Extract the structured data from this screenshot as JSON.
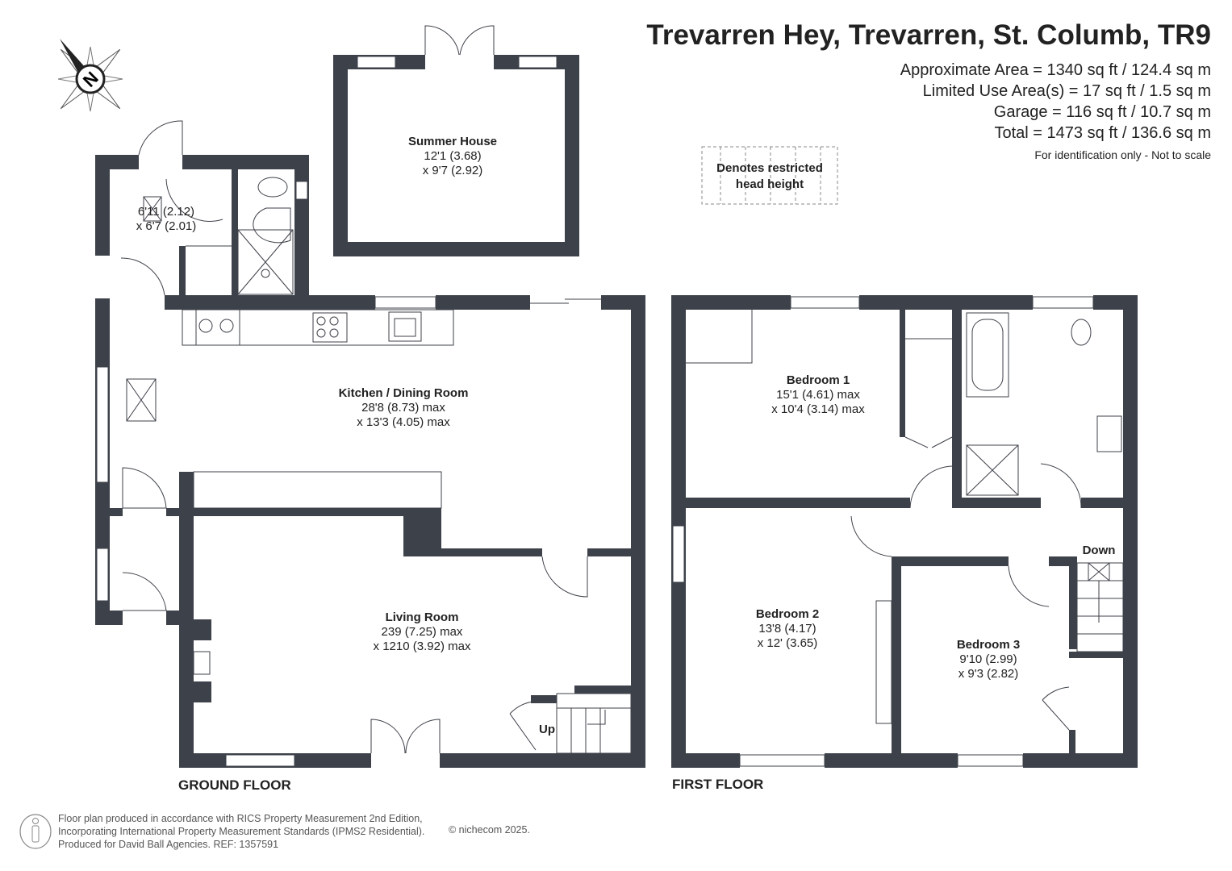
{
  "header": {
    "title": "Trevarren Hey, Trevarren, St. Columb, TR9",
    "areas": [
      "Approximate Area = 1340 sq ft / 124.4 sq m",
      "Limited Use Area(s) = 17 sq ft / 1.5 sq m",
      "Garage = 116 sq ft / 10.7 sq m",
      "Total = 1473 sq ft / 136.6 sq m"
    ],
    "note": "For identification only - Not to scale"
  },
  "legend": {
    "restricted_line1": "Denotes restricted",
    "restricted_line2": "head height"
  },
  "compass": {
    "letter": "N",
    "icon": "compass-icon"
  },
  "ground_floor": {
    "label": "GROUND FLOOR",
    "utility": {
      "dim1": "6'11 (2.12)",
      "dim2": "x 6'7 (2.01)"
    },
    "summer_house": {
      "name": "Summer House",
      "dim1": "12'1 (3.68)",
      "dim2": "x 9'7 (2.92)"
    },
    "kitchen": {
      "name": "Kitchen / Dining Room",
      "dim1": "28'8 (8.73) max",
      "dim2": "x 13'3 (4.05) max"
    },
    "living": {
      "name": "Living Room",
      "dim1": "239 (7.25) max",
      "dim2": "x 1210 (3.92) max"
    },
    "stairs": "Up"
  },
  "first_floor": {
    "label": "FIRST FLOOR",
    "bedroom1": {
      "name": "Bedroom 1",
      "dim1": "15'1 (4.61) max",
      "dim2": "x 10'4 (3.14) max"
    },
    "bedroom2": {
      "name": "Bedroom 2",
      "dim1": "13'8 (4.17)",
      "dim2": "x 12' (3.65)"
    },
    "bedroom3": {
      "name": "Bedroom 3",
      "dim1": "9'10 (2.99)",
      "dim2": "x 9'3 (2.82)"
    },
    "stairs": "Down"
  },
  "footer": {
    "line1": "Floor plan produced in accordance with RICS Property Measurement 2nd Edition,",
    "line2": "Incorporating International Property Measurement Standards (IPMS2 Residential).",
    "line3": "Produced for David Ball Agencies.   REF:  1357591",
    "copyright": "© nichecom 2025."
  },
  "colors": {
    "wall": "#3d4149",
    "text": "#222222"
  }
}
